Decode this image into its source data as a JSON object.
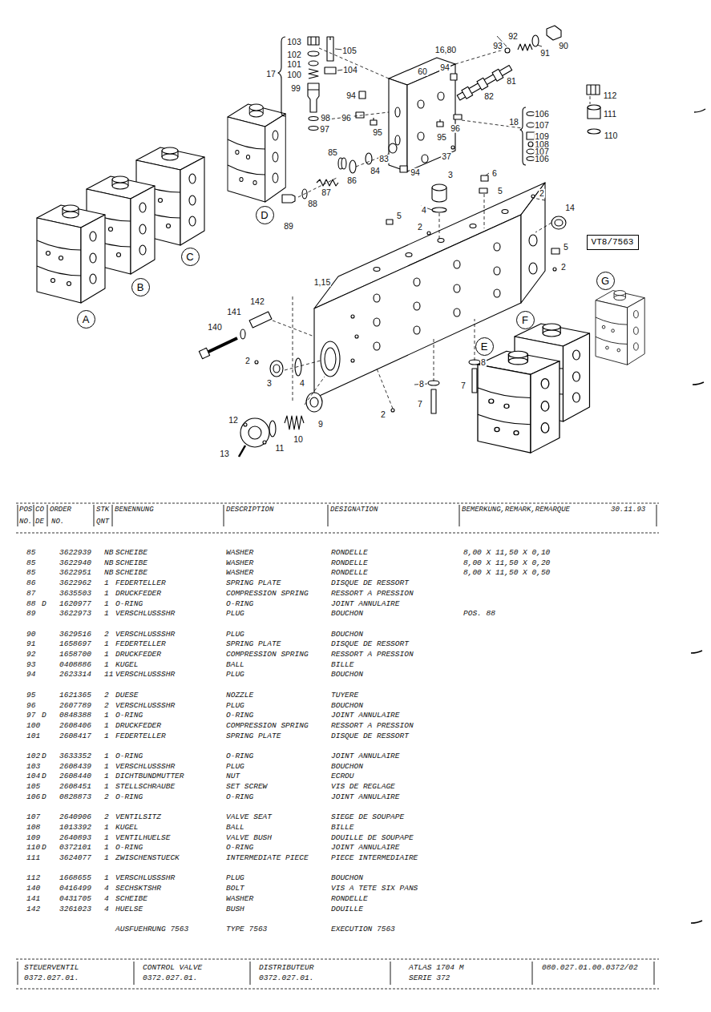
{
  "diagram": {
    "nodes": [
      {
        "text": [
          "D"
        ]
      },
      {
        "text": [
          "VT8/7563"
        ]
      },
      {
        "text": [
          "C"
        ]
      },
      {
        "text": [
          "G"
        ]
      },
      {
        "text": [
          "B"
        ]
      },
      {
        "text": [
          "A"
        ]
      },
      {
        "text": [
          "F"
        ]
      },
      {
        "text": [
          "E"
        ]
      }
    ],
    "labels": [
      "103",
      "102",
      "101",
      "100",
      "99",
      "17",
      "105",
      "104",
      "16,80",
      "60",
      "94",
      "93",
      "92",
      "91",
      "90",
      "81",
      "82",
      "94",
      "96",
      "98",
      "97",
      "95",
      "96",
      "95",
      "37",
      "83",
      "84",
      "94",
      "85",
      "86",
      "87",
      "88",
      "89",
      "18",
      "106",
      "107",
      "109",
      "108",
      "107",
      "106",
      "112",
      "111",
      "110",
      "3",
      "6",
      "5",
      "2",
      "4",
      "5",
      "2",
      "14",
      "5",
      "2",
      "1,15",
      "142",
      "141",
      "140",
      "2",
      "3",
      "4",
      "8",
      "7",
      "8",
      "7",
      "2",
      "9",
      "10",
      "12",
      "11",
      "13",
      "POS",
      "CO",
      "ORDER",
      "STK",
      "BENENNUNG",
      "DESCRIPTION",
      "DESIGNATION",
      "BEMERKUNG,REMARK,REMARQUE",
      "30.11.93",
      "NO.",
      "DE",
      "NO.",
      "QNT",
      "85",
      "3622939",
      "NB",
      "SCHEIBE",
      "WASHER",
      "RONDELLE",
      "8,00 X 11,50 X 0,10",
      "85",
      "3622940",
      "NB",
      "SCHEIBE",
      "WASHER",
      "RONDELLE",
      "8,00 X 11,50 X 0,20",
      "85",
      "3622951",
      "NB",
      "SCHEIBE",
      "WASHER",
      "RONDELLE",
      "8,00 X 11,50 X 0,50",
      "86",
      "3622962",
      "1",
      "FEDERTELLER",
      "SPRING PLATE",
      "DISQUE DE RESSORT",
      "87",
      "3635503",
      "1",
      "DRUCKFEDER",
      "COMPRESSION SPRING",
      "RESSORT A PRESSION",
      "88",
      "D",
      "1620977",
      "1",
      "O-RING",
      "O-RING",
      "JOINT ANNULAIRE",
      "89",
      "3622973",
      "1",
      "VERSCHLUSSSHR",
      "PLUG",
      "BOUCHON",
      "POS. 88",
      "90",
      "3629516",
      "2",
      "VERSCHLUSSSHR",
      "PLUG",
      "BOUCHON",
      "91",
      "1658697",
      "1",
      "FEDERTELLER",
      "SPRING PLATE",
      "DISQUE DE RESSORT",
      "92",
      "1658700",
      "1",
      "DRUCKFEDER",
      "COMPRESSION SPRING",
      "RESSORT A PRESSION",
      "93",
      "0408886",
      "1",
      "KUGEL",
      "BALL",
      "BILLE",
      "94",
      "2623314",
      "11",
      "VERSCHLUSSSHR",
      "PLUG",
      "BOUCHON",
      "95",
      "1621365",
      "2",
      "DUESE",
      "NOZZLE",
      "TUYERE",
      "96",
      "2607789",
      "2",
      "VERSCHLUSSSHR",
      "PLUG",
      "BOUCHON",
      "97",
      "D",
      "0848388",
      "1",
      "O-RING",
      "O-RING",
      "JOINT ANNULAIRE",
      "100",
      "2608406",
      "1",
      "DRUCKFEDER",
      "COMPRESSION SPRING",
      "RESSORT A PRESSION",
      "101",
      "2608417",
      "1",
      "FEDERTELLER",
      "SPRING PLATE",
      "DISQUE DE RESSORT",
      "102",
      "D",
      "3633352",
      "1",
      "O-RING",
      "O-RING",
      "JOINT ANNULAIRE",
      "103",
      "2608439",
      "1",
      "VERSCHLUSSSHR",
      "PLUG",
      "BOUCHON",
      "104",
      "D",
      "2608440",
      "1",
      "DICHTBUNDMUTTER",
      "NUT",
      "ECROU",
      "105",
      "2608451",
      "1",
      "STELLSCHRAUBE",
      "SET SCREW",
      "VIS DE REGLAGE",
      "106",
      "D",
      "0828873",
      "2",
      "O-RING",
      "O-RING",
      "JOINT ANNULAIRE",
      "107",
      "2640906",
      "2",
      "VENTILSITZ",
      "VALVE SEAT",
      "SIEGE DE SOUPAPE",
      "108",
      "1013392",
      "1",
      "KUGEL",
      "BALL",
      "BILLE",
      "109",
      "2640893",
      "1",
      "VENTILHUELSE",
      "VALVE BUSH",
      "DOUILLE DE SOUPAPE",
      "110",
      "D",
      "0372101",
      "1",
      "O-RING",
      "O-RING",
      "JOINT ANNULAIRE",
      "111",
      "3624077",
      "1",
      "ZWISCHENSTUECK",
      "INTERMEDIATE PIECE",
      "PIECE INTERMEDIAIRE",
      "112",
      "1668655",
      "1",
      "VERSCHLUSSSHR",
      "PLUG",
      "BOUCHON",
      "140",
      "0416499",
      "4",
      "SECHSKTSHR",
      "BOLT",
      "VIS A TETE SIX PANS",
      "141",
      "0431705",
      "4",
      "SCHEIBE",
      "WASHER",
      "RONDELLE",
      "142",
      "3261023",
      "4",
      "HUELSE",
      "BUSH",
      "DOUILLE",
      "AUSFUEHRUNG 7563",
      "TYPE 7563",
      "EXECUTION 7563",
      "STEUERVENTIL",
      "0372.027.01.",
      "CONTROL VALVE",
      "0372.027.01.",
      "DISTRIBUTEUR",
      "0372.027.01.",
      "ATLAS 1704 M",
      "SERIE 372",
      "080.027.01.00.0372/02"
    ]
  }
}
